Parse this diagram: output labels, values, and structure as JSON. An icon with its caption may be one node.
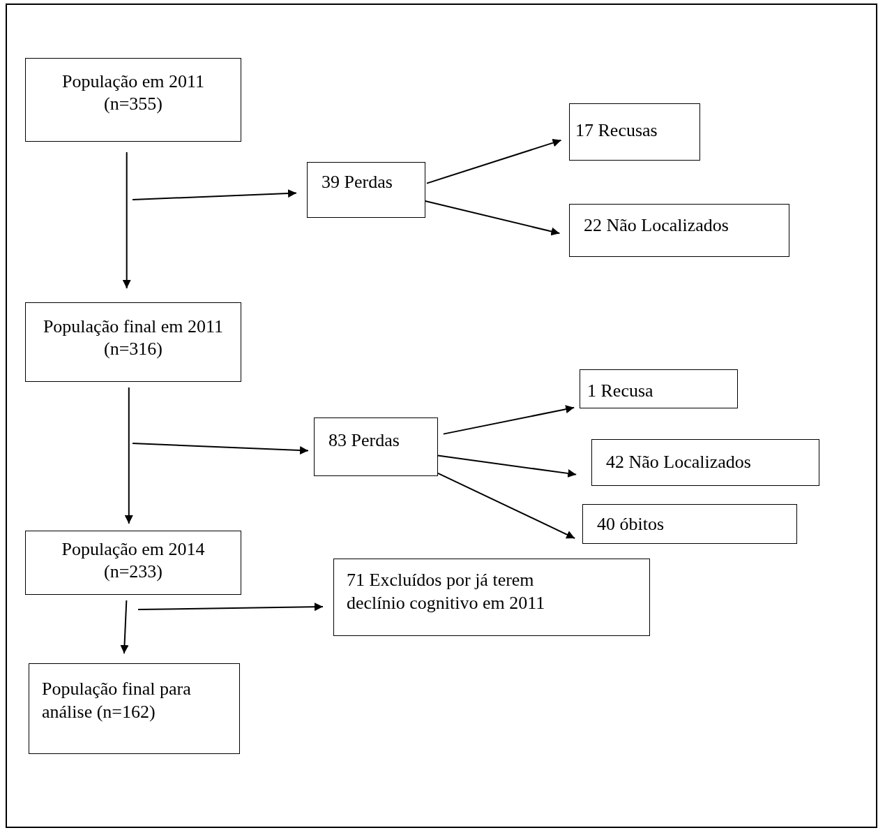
{
  "diagram": {
    "nodes": [
      {
        "text": [
          "População em 2011 (n=355)"
        ]
      },
      {
        "text": [
          "39 Perdas"
        ]
      },
      {
        "text": [
          "17 Recusas"
        ]
      },
      {
        "text": [
          "22 Não Localizados"
        ]
      },
      {
        "text": [
          "População final em 2011 (n=316)"
        ]
      },
      {
        "text": [
          "83 Perdas"
        ]
      },
      {
        "text": [
          "1 Recusa"
        ]
      },
      {
        "text": [
          "42 Não Localizados"
        ]
      },
      {
        "text": [
          "40 óbitos"
        ]
      },
      {
        "text": [
          "População em 2014 (n=233)"
        ]
      },
      {
        "text": [
          "71 Excluídos por já terem declínio cognitivo em 2011"
        ]
      },
      {
        "text": [
          "População final para análise (n=162)"
        ]
      }
    ],
    "edges": [
      {
        "from": 0,
        "to": 4,
        "arrow": "to"
      },
      {
        "from": null,
        "to": 1,
        "arrow": "to"
      },
      {
        "from": 1,
        "to": 2,
        "arrow": "to"
      },
      {
        "from": 1,
        "to": 3,
        "arrow": "to"
      },
      {
        "from": 4,
        "to": 9,
        "arrow": "to"
      },
      {
        "from": null,
        "to": 5,
        "arrow": "to"
      },
      {
        "from": 5,
        "to": 6,
        "arrow": "to"
      },
      {
        "from": 5,
        "to": 7,
        "arrow": "to"
      },
      {
        "from": 5,
        "to": 8,
        "arrow": "to"
      },
      {
        "from": 9,
        "to": 11,
        "arrow": "to"
      },
      {
        "from": null,
        "to": 10,
        "arrow": "to"
      }
    ]
  }
}
